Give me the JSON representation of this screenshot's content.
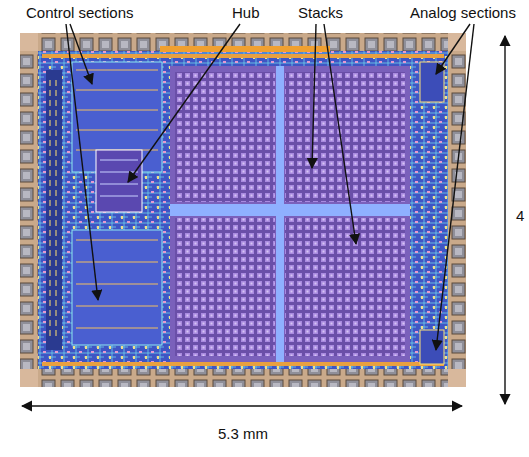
{
  "diagram": {
    "labels": [
      "Control sections",
      "Hub",
      "Stacks",
      "Analog sections",
      "5.3 mm",
      "4"
    ]
  }
}
